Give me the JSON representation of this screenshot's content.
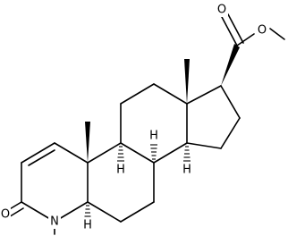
{
  "structure": {
    "atom_labels": {
      "ester_o_carbonyl": "O",
      "ester_o_methoxy": "O",
      "ketone_o": "O",
      "ring_n": "N",
      "h_c8": "H",
      "h_c9": "H",
      "h_c14": "H",
      "h_c5": "H"
    }
  }
}
